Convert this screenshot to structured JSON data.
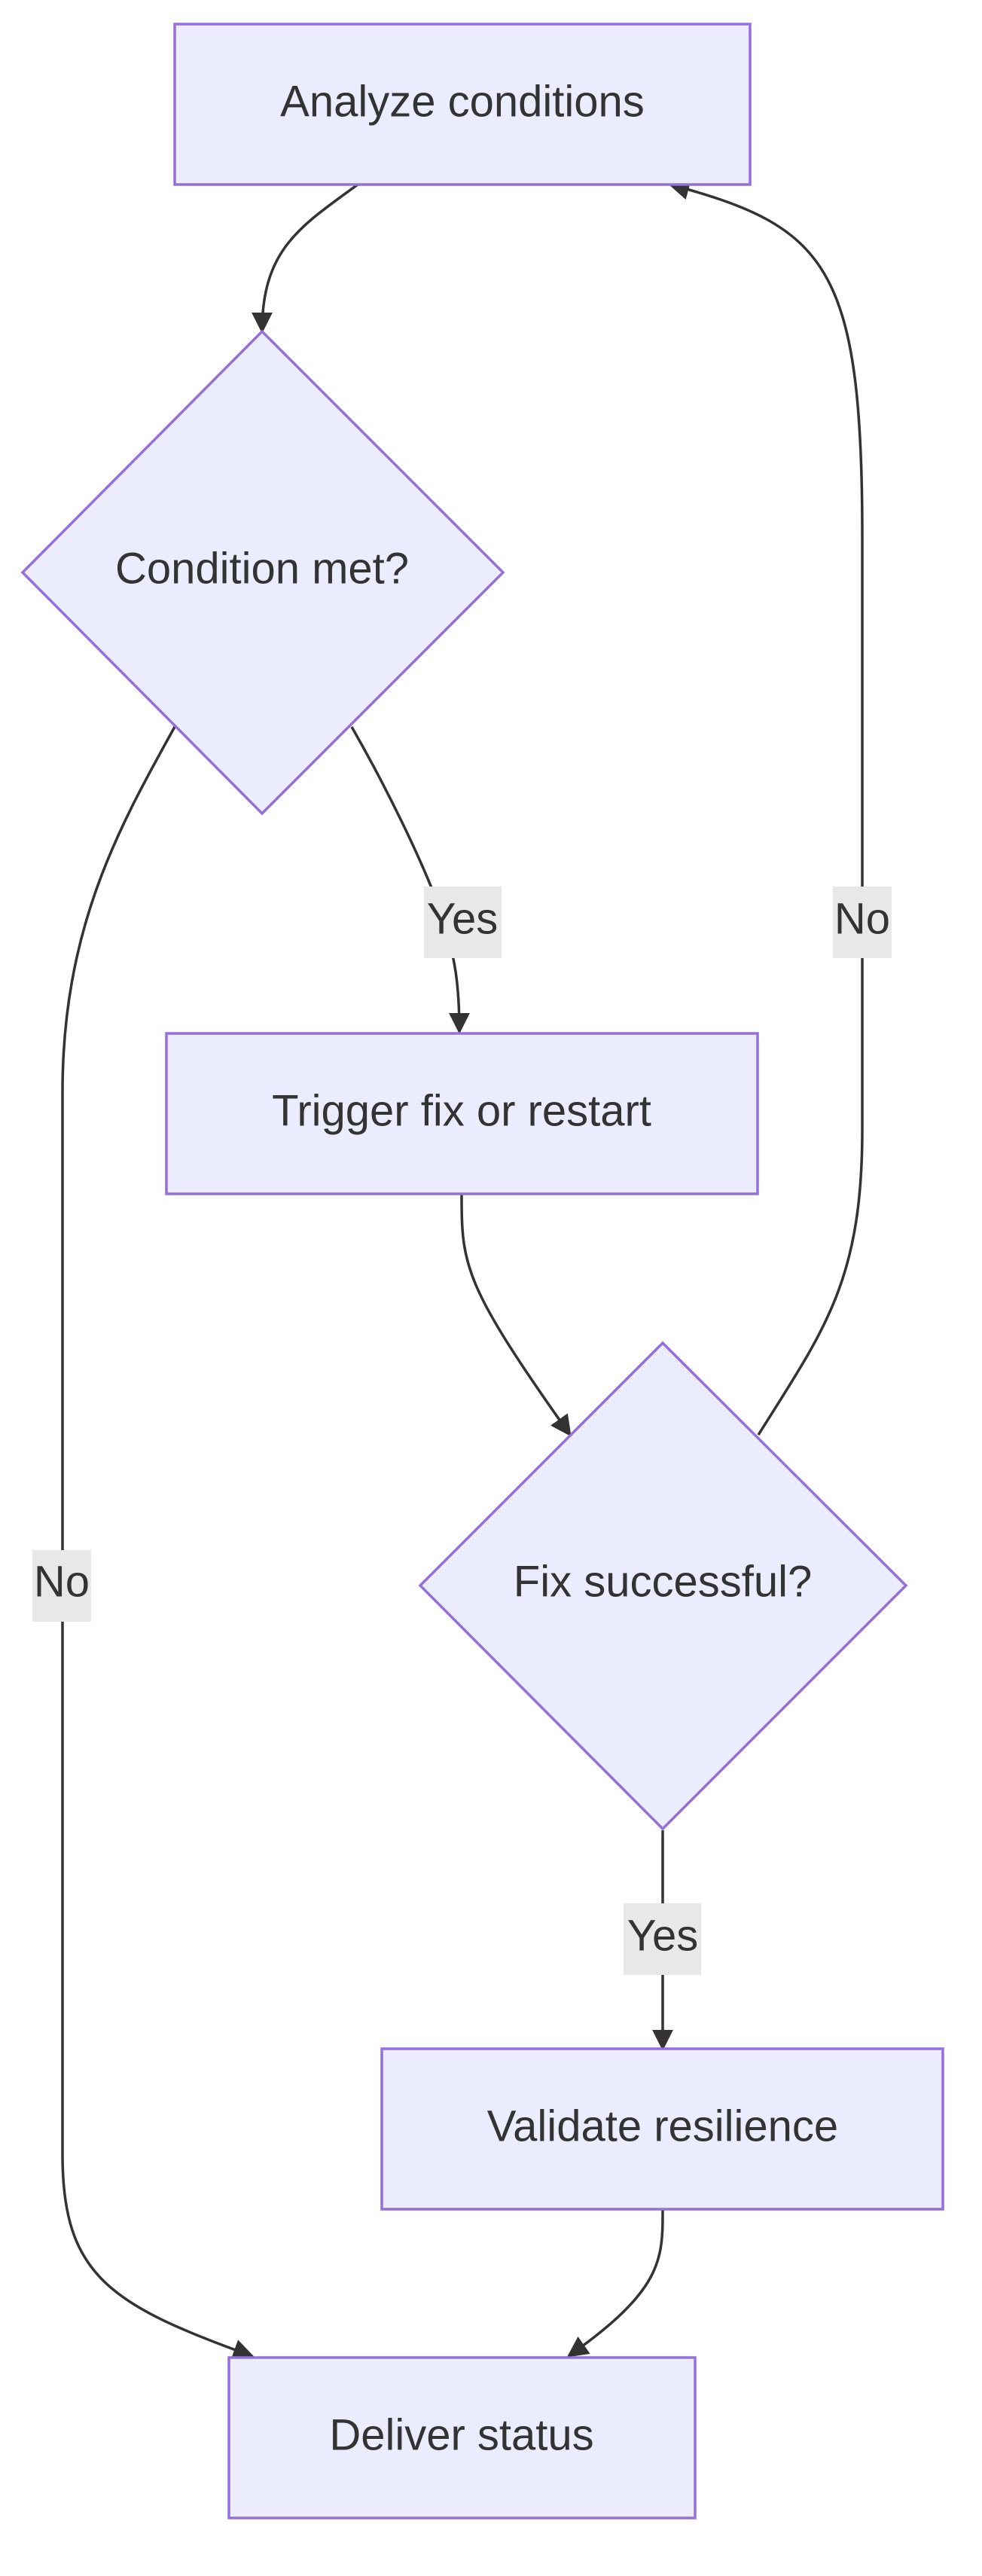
{
  "diagram": {
    "type": "flowchart",
    "colors": {
      "node_fill": "#ECECFF",
      "node_stroke": "#9370DB",
      "edge": "#333333",
      "text": "#333333",
      "label_bg": "#E8E8E8"
    },
    "nodes": {
      "analyze": {
        "label": "Analyze conditions",
        "shape": "rect"
      },
      "condition": {
        "label": "Condition met?",
        "shape": "diamond"
      },
      "trigger": {
        "label": "Trigger fix or restart",
        "shape": "rect"
      },
      "fix": {
        "label": "Fix successful?",
        "shape": "diamond"
      },
      "validate": {
        "label": "Validate resilience",
        "shape": "rect"
      },
      "deliver": {
        "label": "Deliver status",
        "shape": "rect"
      }
    },
    "edges": {
      "analyze_to_condition": {
        "from": "Analyze conditions",
        "to": "Condition met?",
        "label": ""
      },
      "condition_yes": {
        "from": "Condition met?",
        "to": "Trigger fix or restart",
        "label": "Yes"
      },
      "condition_no": {
        "from": "Condition met?",
        "to": "Deliver status",
        "label": "No"
      },
      "trigger_to_fix": {
        "from": "Trigger fix or restart",
        "to": "Fix successful?",
        "label": ""
      },
      "fix_yes": {
        "from": "Fix successful?",
        "to": "Validate resilience",
        "label": "Yes"
      },
      "fix_no": {
        "from": "Fix successful?",
        "to": "Analyze conditions",
        "label": "No"
      },
      "validate_to_deliver": {
        "from": "Validate resilience",
        "to": "Deliver status",
        "label": ""
      }
    }
  }
}
